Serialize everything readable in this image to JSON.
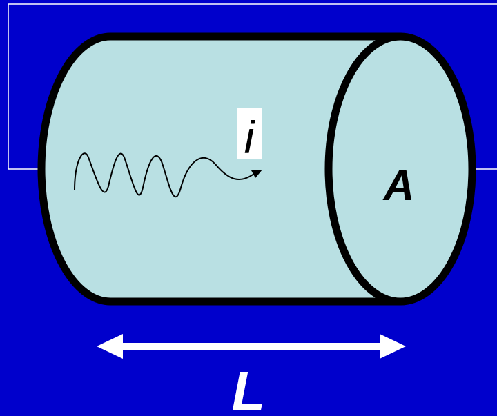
{
  "diagram": {
    "labels": {
      "area": "A",
      "length": "L",
      "current": "i"
    },
    "colors": {
      "background": "#0000cc",
      "cylinder_fill": "#b9e0e3",
      "outline": "#000000",
      "frame_line": "#ffffff",
      "arrow": "#ffffff",
      "current_label_bg": "#ffffff"
    }
  }
}
